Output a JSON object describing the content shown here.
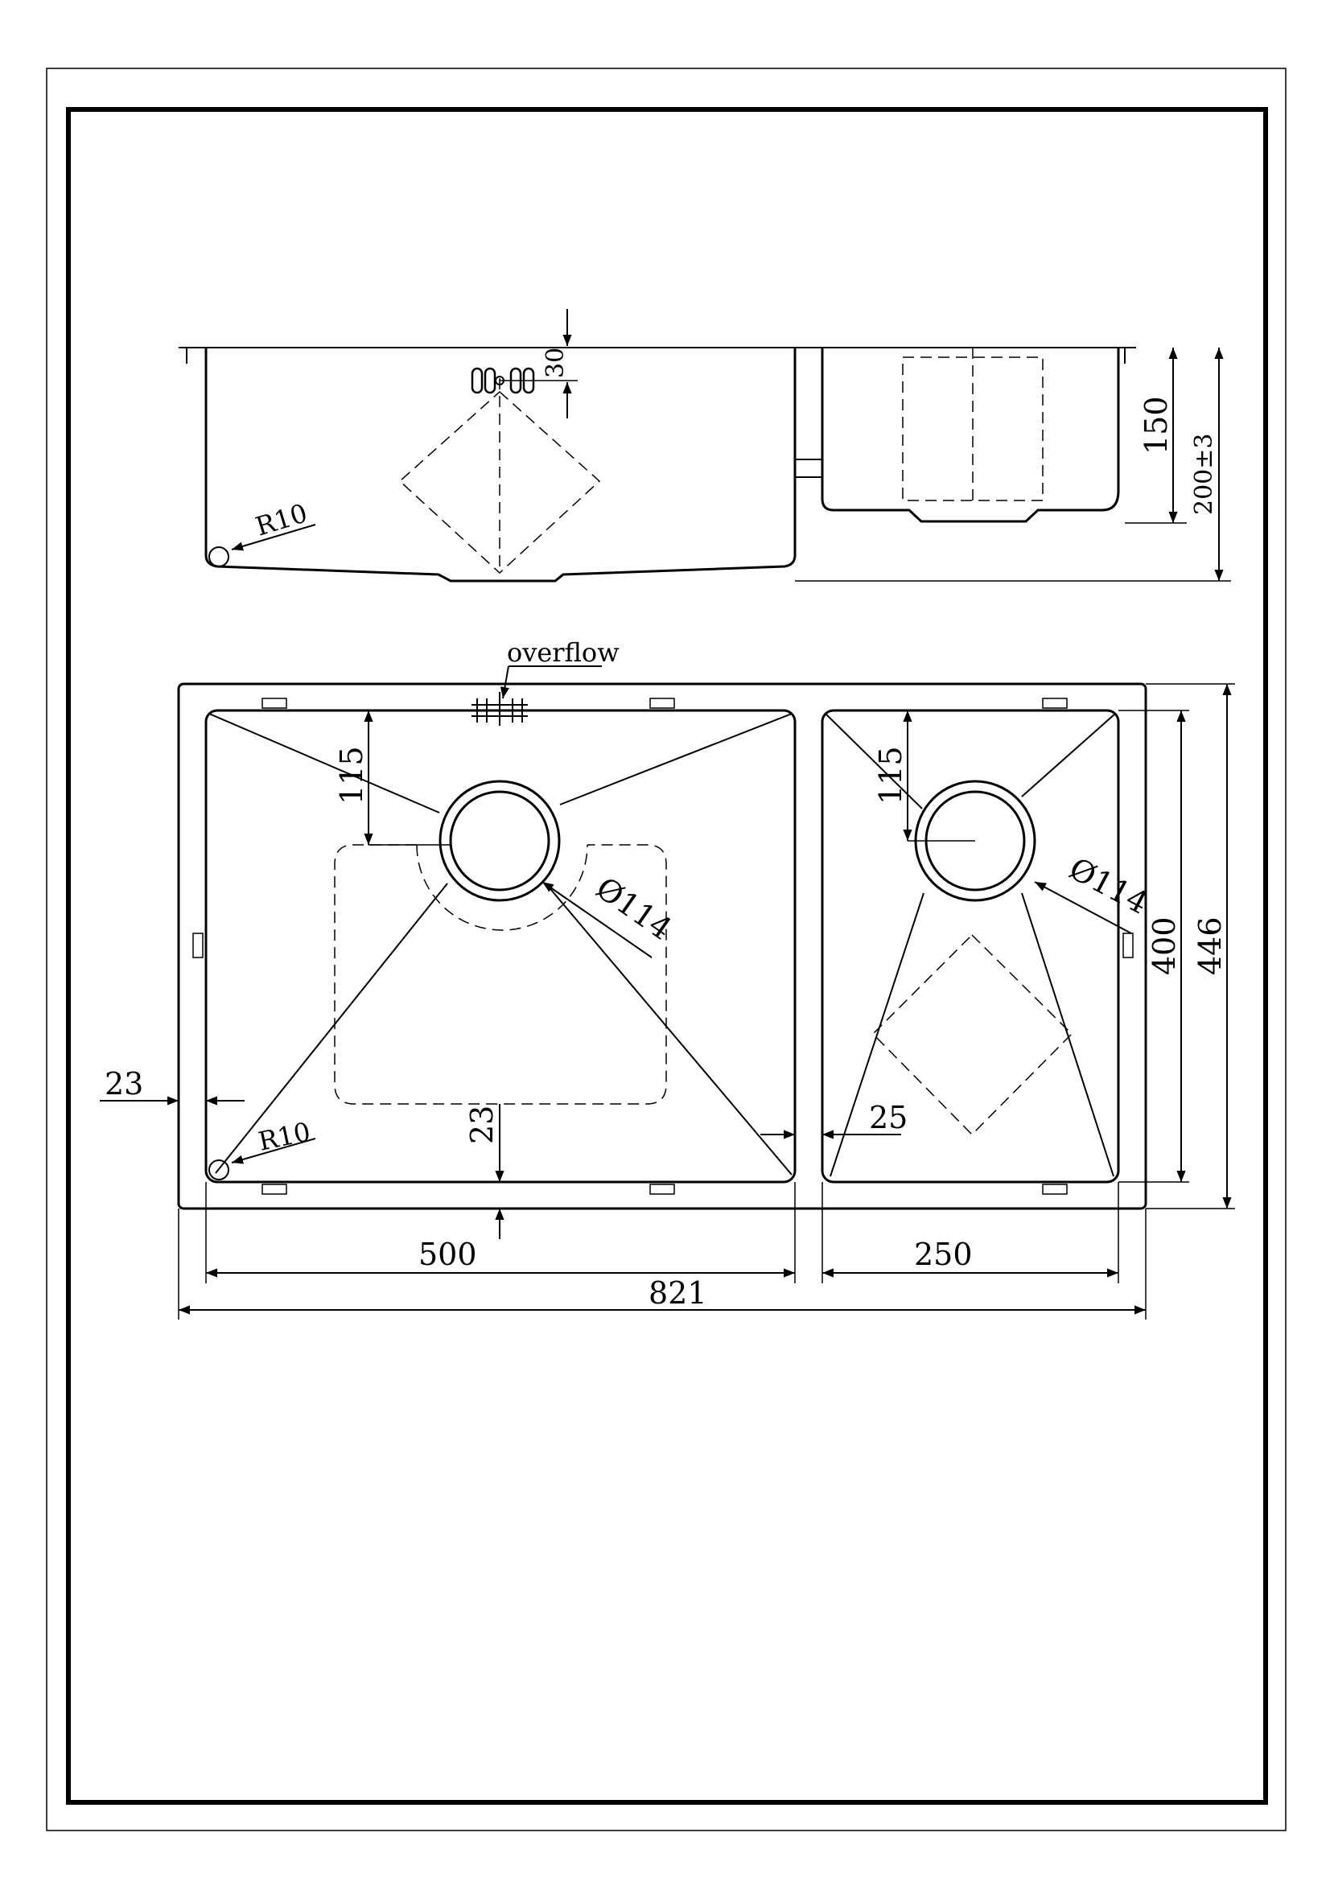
{
  "drawing": {
    "line_color": "#000000",
    "background": "#ffffff",
    "side_view": {
      "radius_label": "R10",
      "overflow_offset": "30",
      "small_bowl_depth": "150",
      "overall_depth": "200±3"
    },
    "top_view": {
      "overflow_label": "overflow",
      "left_bowl_back_to_drain": "115",
      "right_bowl_back_to_drain": "115",
      "left_drain_diameter": "Ø114",
      "right_drain_diameter": "Ø114",
      "flange_left": "23",
      "flange_bottom": "23",
      "divider_gap": "25",
      "corner_radius": "R10",
      "bowl_length": "400",
      "overall_length": "446",
      "left_bowl_width": "500",
      "right_bowl_width": "250",
      "overall_width": "821"
    }
  }
}
